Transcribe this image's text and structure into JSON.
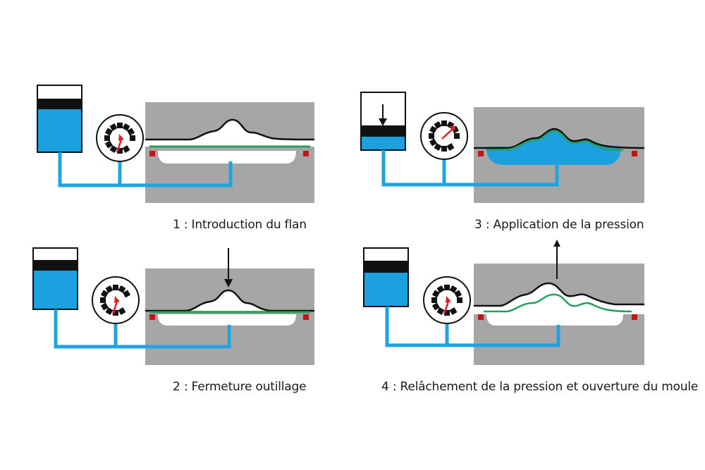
{
  "colors": {
    "water": "#1ca0e0",
    "pipe": "#1fa4e2",
    "mold": "#a6a6a6",
    "blank": "#22a160",
    "seal": "#c0161b",
    "ink": "#111111",
    "gauge_needle": "#e01f26"
  },
  "steps": [
    {
      "id": 1,
      "caption": "1 : Introduction du flan"
    },
    {
      "id": 2,
      "caption": "2 : Fermeture outillage"
    },
    {
      "id": 3,
      "caption": "3 : Application de la pression"
    },
    {
      "id": 4,
      "caption": "4 : Relâchement de la pression et ouverture du moule"
    }
  ]
}
